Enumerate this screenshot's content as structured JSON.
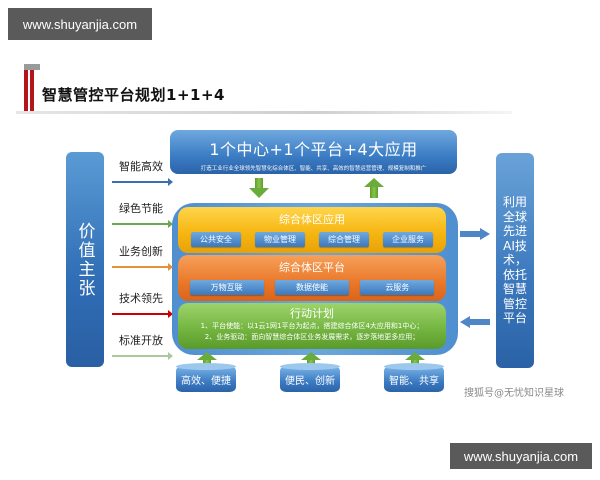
{
  "watermarks": {
    "top": "www.shuyanjia.com",
    "bottom": "www.shuyanjia.com",
    "source": "搜狐号@无忧知识星球"
  },
  "header": {
    "title": "智慧管控平台规划1+1+4"
  },
  "value_proposition": {
    "title": "价值主张",
    "items": [
      {
        "label": "智能高效",
        "color": "#3a6fb0"
      },
      {
        "label": "绿色节能",
        "color": "#6aa84f"
      },
      {
        "label": "业务创新",
        "color": "#e69138"
      },
      {
        "label": "技术领先",
        "color": "#cc0000"
      },
      {
        "label": "标准开放",
        "color": "#a9c99a"
      }
    ]
  },
  "top_box": {
    "title": "1个中心+1个平台+4大应用",
    "subtitle": "打造工业行业全球领先智慧化综合体区、智能、共享、高效的智慧运营管理、规模复制和推广"
  },
  "layers": {
    "applications": {
      "title": "综合体区应用",
      "chips": [
        "公共安全",
        "物业管理",
        "综合管理",
        "企业服务"
      ]
    },
    "platform": {
      "title": "综合体区平台",
      "chips": [
        "万物互联",
        "数据使能",
        "云服务"
      ]
    },
    "action_plan": {
      "title": "行动计划",
      "lines": [
        "1、平台使能：以1云1网1平台为起点，搭建综合体区4大应用和1中心；",
        "2、业务驱动：面向智慧综合体区业务发展需求，逐步落地更多应用；"
      ]
    }
  },
  "right_box": {
    "text": "利用全球先进AI技术，依托智慧管控平台"
  },
  "bottom_pillars": [
    "高效、便捷",
    "便民、创新",
    "智能、共享"
  ],
  "colors": {
    "blue": "#3b7cc4",
    "yellow": "#f6b40f",
    "orange": "#e9782a",
    "green": "#72b33f",
    "header_red": "#b3151b"
  }
}
